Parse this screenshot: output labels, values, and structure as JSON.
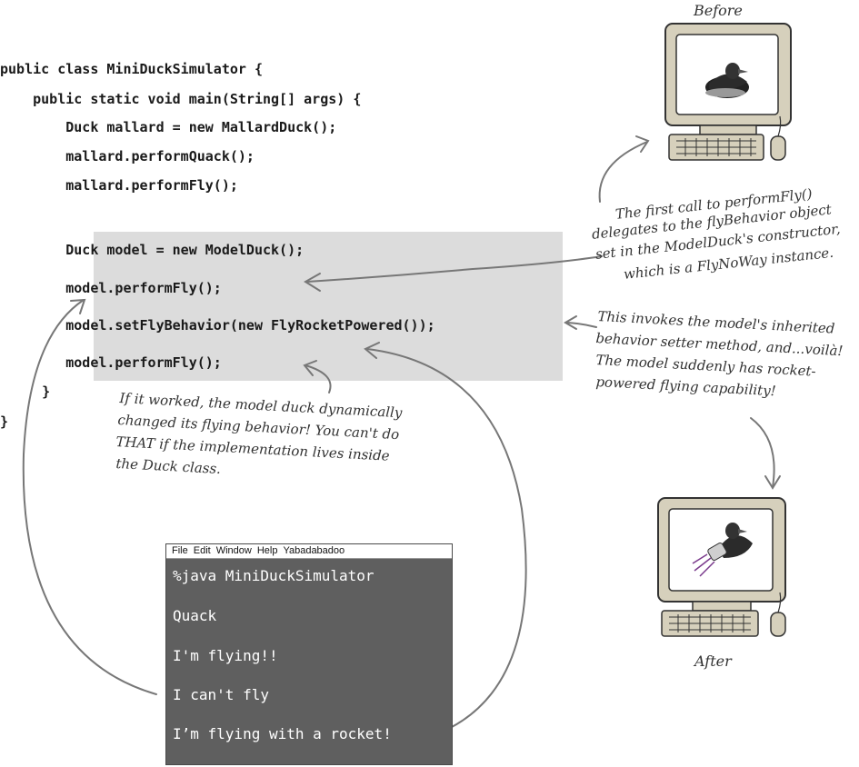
{
  "code": {
    "lines": [
      "public class MiniDuckSimulator {",
      "    public static void main(String[] args) {",
      "        Duck mallard = new MallardDuck();",
      "        mallard.performQuack();",
      "        mallard.performFly();",
      "        Duck model = new ModelDuck();",
      "        model.performFly();",
      "        model.setFlyBehavior(new FlyRocketPowered());",
      "        model.performFly();",
      "    }",
      "}"
    ]
  },
  "annotations": {
    "first_call": [
      "The first call to performFly()",
      "delegates to the flyBehavior object",
      "set in the ModelDuck's constructor,",
      "which is a FlyNoWay instance."
    ],
    "invokes": [
      "This invokes the model's inherited",
      "behavior setter method, and...voilà!",
      "The model suddenly has rocket-",
      "powered flying capability!"
    ],
    "if_worked": [
      "If it worked, the model duck dynamically",
      "changed its flying behavior! You can't do",
      "THAT if the implementation lives inside",
      "the Duck class."
    ]
  },
  "monitors": {
    "before_caption": "Before",
    "after_caption": "After"
  },
  "terminal": {
    "menu": [
      "File",
      "Edit",
      "Window",
      "Help",
      "Yabadabadoo"
    ],
    "lines": [
      "%java MiniDuckSimulator",
      "Quack",
      "I'm flying!!",
      "I can't fly",
      "I’m flying with a rocket!"
    ]
  },
  "colors": {
    "highlight": "#dcdcdc",
    "terminal_bg": "#5f5f5f",
    "monitor_frame": "#d6d0bc",
    "arrow": "#777777"
  }
}
